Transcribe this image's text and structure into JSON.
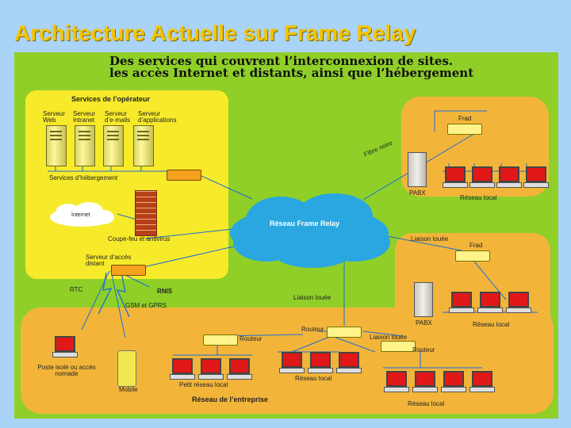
{
  "title": "Architecture Actuelle sur Frame Relay",
  "header": {
    "line1": "Des services qui couvrent l’interconnexion de sites.",
    "line2": "les accès Internet et distants, ainsi que l’hébergement"
  },
  "operator": {
    "title": "Services de l’opérateur",
    "servers": [
      "Serveur Web",
      "Serveur Intranet",
      "Serveur d’e-mails",
      "Serveur d’applications"
    ],
    "hosting": "Services d’hébergement",
    "internet": "Internet",
    "firewall": "Coupe-feu et antivirus",
    "remote_access": "Serveur d’accès distant"
  },
  "network": {
    "cloud": "Réseau Frame Relay",
    "fibre": "Fibre noire",
    "rtc": "RTC",
    "rnis": "RNIS",
    "gsm": "GSM et GPRS",
    "leased1": "Liaison louée",
    "leased2": "Liaison louée",
    "leased3": "Liaison louée"
  },
  "site_top": {
    "frad": "Frad",
    "pabx": "PABX",
    "lan": "Réseau local"
  },
  "site_mid": {
    "frad": "Frad",
    "pabx": "PABX",
    "lan": "Réseau local"
  },
  "enterprise": {
    "title": "Réseau de l’entreprise",
    "router_left": "Routeur",
    "router_mid": "Routeur",
    "router_right": "Routeur",
    "isolated": "Poste isolé ou accès nomade",
    "mobile": "Mobile",
    "small_lan": "Petit réseau local",
    "lan_mid": "Réseau local",
    "lan_right": "Réseau local"
  }
}
